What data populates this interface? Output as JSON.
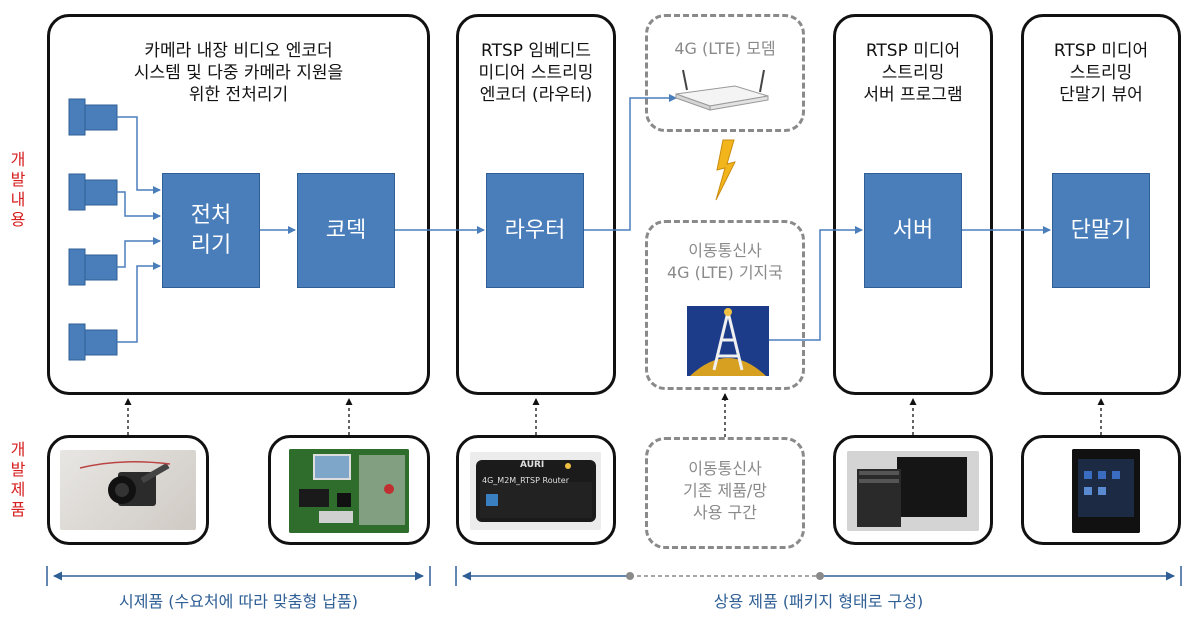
{
  "side_labels": {
    "dev_content": "개발내용",
    "dev_product": "개발제품"
  },
  "panels": {
    "preprocessor": {
      "title": "카메라 내장 비디오 엔코더\n시스템 및 다중 카메라 지원을\n위한 전처리기",
      "block_preproc": "전처\n리기",
      "block_codec": "코덱"
    },
    "router": {
      "title": "RTSP 임베디드\n미디어 스트리밍\n엔코더 (라우터)",
      "block": "라우터"
    },
    "modem": {
      "title": "4G (LTE) 모뎀"
    },
    "base_station": {
      "title": "이동통신사\n4G (LTE) 기지국"
    },
    "existing": {
      "title": "이동통신사\n기존 제품/망\n사용 구간"
    },
    "server": {
      "title": "RTSP 미디어\n스트리밍\n서버 프로그램",
      "block": "서버"
    },
    "terminal": {
      "title": "RTSP 미디어\n스트리밍\n단말기 뷰어",
      "block": "단말기"
    }
  },
  "router_photo": {
    "brand": "AURI",
    "model": "4G_M2M_RTSP Router"
  },
  "bottom": {
    "prototype": "시제품 (수요처에 따라 맞춤형 납품)",
    "commercial": "상용 제품 (패키지 형태로 구성)"
  },
  "colors": {
    "block_fill": "#4a7ebb",
    "connector": "#4a7ebb",
    "side_label": "#d62020",
    "bottom_label": "#2f5f95",
    "dashed_border": "#8a8a8a"
  }
}
